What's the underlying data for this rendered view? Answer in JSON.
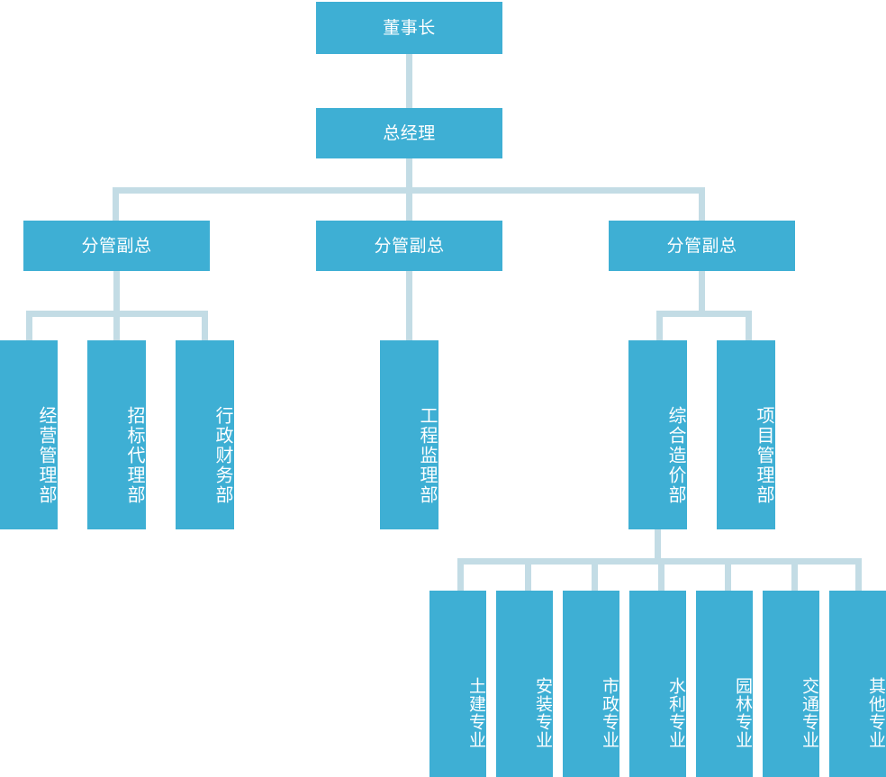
{
  "chart_data": {
    "type": "diagram",
    "diagram_kind": "org-chart",
    "title": "",
    "colors": {
      "node_fill": "#3eafd4",
      "node_text": "#ffffff",
      "connector": "#c3dce5",
      "background": "#ffffff"
    },
    "levels": [
      {
        "level": 1,
        "nodes": [
          {
            "id": "chairman",
            "label": "董事长",
            "orientation": "horizontal"
          }
        ]
      },
      {
        "level": 2,
        "nodes": [
          {
            "id": "general-manager",
            "label": "总经理",
            "orientation": "horizontal"
          }
        ]
      },
      {
        "level": 3,
        "nodes": [
          {
            "id": "vp-1",
            "label": "分管副总",
            "orientation": "horizontal"
          },
          {
            "id": "vp-2",
            "label": "分管副总",
            "orientation": "horizontal"
          },
          {
            "id": "vp-3",
            "label": "分管副总",
            "orientation": "horizontal"
          }
        ]
      },
      {
        "level": 4,
        "nodes": [
          {
            "id": "dept-1",
            "label": "经营管理部",
            "orientation": "vertical",
            "parent": "vp-1"
          },
          {
            "id": "dept-2",
            "label": "招标代理部",
            "orientation": "vertical",
            "parent": "vp-1"
          },
          {
            "id": "dept-3",
            "label": "行政财务部",
            "orientation": "vertical",
            "parent": "vp-1"
          },
          {
            "id": "dept-4",
            "label": "工程监理部",
            "orientation": "vertical",
            "parent": "vp-2"
          },
          {
            "id": "dept-5",
            "label": "综合造价部",
            "orientation": "vertical",
            "parent": "vp-3"
          },
          {
            "id": "dept-6",
            "label": "项目管理部",
            "orientation": "vertical",
            "parent": "vp-3"
          }
        ]
      },
      {
        "level": 5,
        "nodes": [
          {
            "id": "spec-1",
            "label": "土建专业",
            "orientation": "vertical",
            "parent": "dept-5"
          },
          {
            "id": "spec-2",
            "label": "安装专业",
            "orientation": "vertical",
            "parent": "dept-5"
          },
          {
            "id": "spec-3",
            "label": "市政专业",
            "orientation": "vertical",
            "parent": "dept-5"
          },
          {
            "id": "spec-4",
            "label": "水利专业",
            "orientation": "vertical",
            "parent": "dept-5"
          },
          {
            "id": "spec-5",
            "label": "园林专业",
            "orientation": "vertical",
            "parent": "dept-5"
          },
          {
            "id": "spec-6",
            "label": "交通专业",
            "orientation": "vertical",
            "parent": "dept-5"
          },
          {
            "id": "spec-7",
            "label": "其他专业",
            "orientation": "vertical",
            "parent": "dept-5"
          }
        ]
      }
    ]
  },
  "chart": {
    "chairman": "董事长",
    "general_manager": "总经理",
    "vps": [
      {
        "label": "分管副总"
      },
      {
        "label": "分管副总"
      },
      {
        "label": "分管副总"
      }
    ],
    "departments": {
      "left": [
        {
          "label": "经营管理部"
        },
        {
          "label": "招标代理部"
        },
        {
          "label": "行政财务部"
        }
      ],
      "middle": [
        {
          "label": "工程监理部"
        }
      ],
      "right": [
        {
          "label": "综合造价部"
        },
        {
          "label": "项目管理部"
        }
      ]
    },
    "specialties": [
      {
        "label": "土建专业"
      },
      {
        "label": "安装专业"
      },
      {
        "label": "市政专业"
      },
      {
        "label": "水利专业"
      },
      {
        "label": "园林专业"
      },
      {
        "label": "交通专业"
      },
      {
        "label": "其他专业"
      }
    ]
  }
}
